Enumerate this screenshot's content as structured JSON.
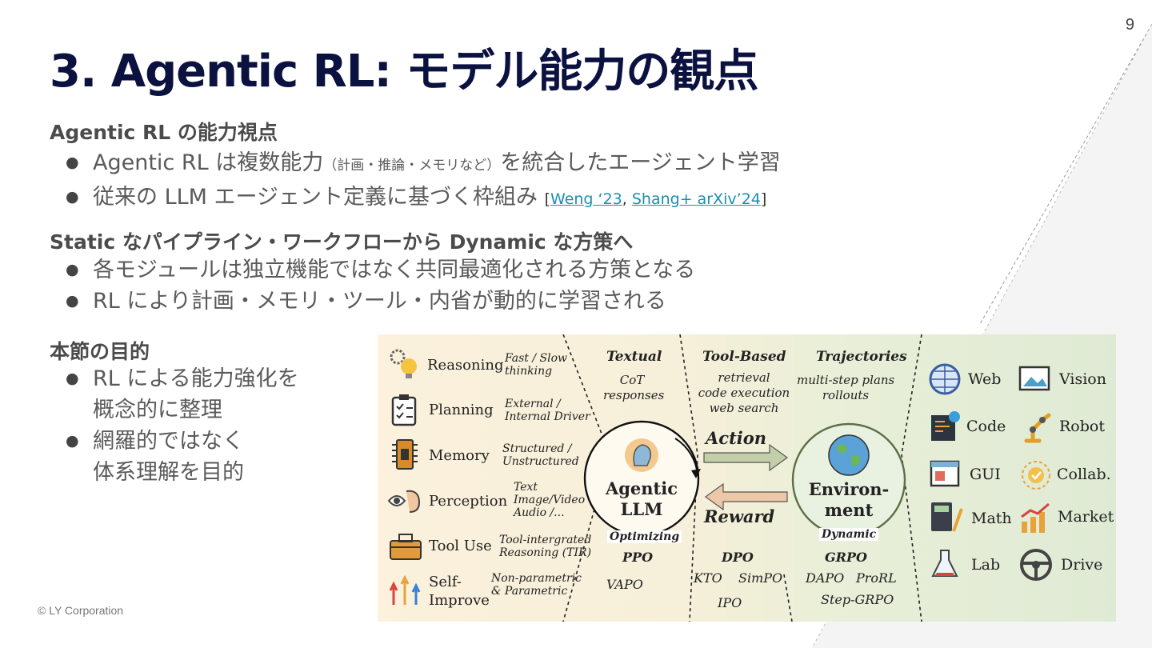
{
  "page_number": "9",
  "title": "3. Agentic RL: モデル能力の観点",
  "sections": [
    {
      "heading": "Agentic RL の能力視点",
      "bullets": [
        {
          "text": "Agentic RL は複数能力",
          "small": "（計画・推論・メモリなど）",
          "after": "を統合したエージェント学習"
        },
        {
          "text": "従来の LLM エージェント定義に基づく枠組み",
          "ref_open": "[",
          "ref1": "Weng ‘23",
          "ref_sep": ", ",
          "ref2": "Shang+ arXiv’24",
          "ref_close": "]"
        }
      ]
    },
    {
      "heading": "Static なパイプライン・ワークフローから Dynamic な方策へ",
      "bullets": [
        {
          "text": "各モジュールは独立機能ではなく共同最適化される方策となる"
        },
        {
          "text": "RL により計画・メモリ・ツール・内省が動的に学習される"
        }
      ]
    },
    {
      "heading": "本節の目的",
      "bullets": [
        {
          "line1": "RL による能力強化を",
          "line2": "概念的に整理"
        },
        {
          "line1": "網羅的ではなく",
          "line2": "体系理解を目的"
        }
      ]
    }
  ],
  "footer": "© LY Corporation",
  "diagram": {
    "capabilities": [
      {
        "label": "Reasoning",
        "desc1": "Fast / Slow",
        "desc2": "thinking",
        "icon": "gear-bulb-icon"
      },
      {
        "label": "Planning",
        "desc1": "External /",
        "desc2": "Internal Driver",
        "icon": "clipboard-icon"
      },
      {
        "label": "Memory",
        "desc1": "Structured /",
        "desc2": "Unstructured",
        "icon": "chip-icon"
      },
      {
        "label": "Perception",
        "desc1": "Text",
        "desc2": "Image/Video",
        "desc3": "Audio /...",
        "icon": "eye-head-icon"
      },
      {
        "label": "Tool Use",
        "desc1": "Tool-intergrated",
        "desc2": "Reasoning (TIR)",
        "icon": "toolbox-icon"
      },
      {
        "label1": "Self-",
        "label2": "Improve",
        "desc1": "Non-parametric",
        "desc2": "& Parametric",
        "icon": "growth-arrows-icon"
      }
    ],
    "action_types": [
      {
        "header": "Textual",
        "line1": "CoT",
        "line2": "responses"
      },
      {
        "header": "Tool-Based",
        "line1": "retrieval",
        "line2": "code execution",
        "line3": "web search"
      },
      {
        "header": "Trajectories",
        "line1": "multi-step plans",
        "line2": "rollouts"
      }
    ],
    "agent_line1": "Agentic",
    "agent_line2": "LLM",
    "env_line1": "Environ-",
    "env_line2": "ment",
    "action_label": "Action",
    "reward_label": "Reward",
    "optimizing_label": "Optimizing",
    "dynamic_label": "Dynamic",
    "algorithms": {
      "ppo": "PPO",
      "vapo": "VAPO",
      "dpo": "DPO",
      "kto": "KTO",
      "simpo": "SimPO",
      "ipo": "IPO",
      "grpo": "GRPO",
      "dapo": "DAPO",
      "prorl": "ProRL",
      "step_grpo": "Step-GRPO"
    },
    "environments": [
      {
        "label": "Web",
        "icon": "globe-icon"
      },
      {
        "label": "Vision",
        "icon": "image-icon"
      },
      {
        "label": "Code",
        "icon": "code-icon"
      },
      {
        "label": "Robot",
        "icon": "robot-arm-icon"
      },
      {
        "label": "GUI",
        "icon": "window-icon"
      },
      {
        "label": "Collab.",
        "icon": "handshake-icon"
      },
      {
        "label": "Math",
        "icon": "calculator-icon"
      },
      {
        "label": "Market",
        "icon": "chart-icon"
      },
      {
        "label": "Lab",
        "icon": "flask-icon"
      },
      {
        "label": "Drive",
        "icon": "steering-wheel-icon"
      }
    ],
    "colors": {
      "left_bg": "#fbf0d9",
      "right_bg": "#e3ecd7",
      "action_arrow": "#b9c8a0",
      "reward_arrow": "#e8c4a4"
    }
  }
}
